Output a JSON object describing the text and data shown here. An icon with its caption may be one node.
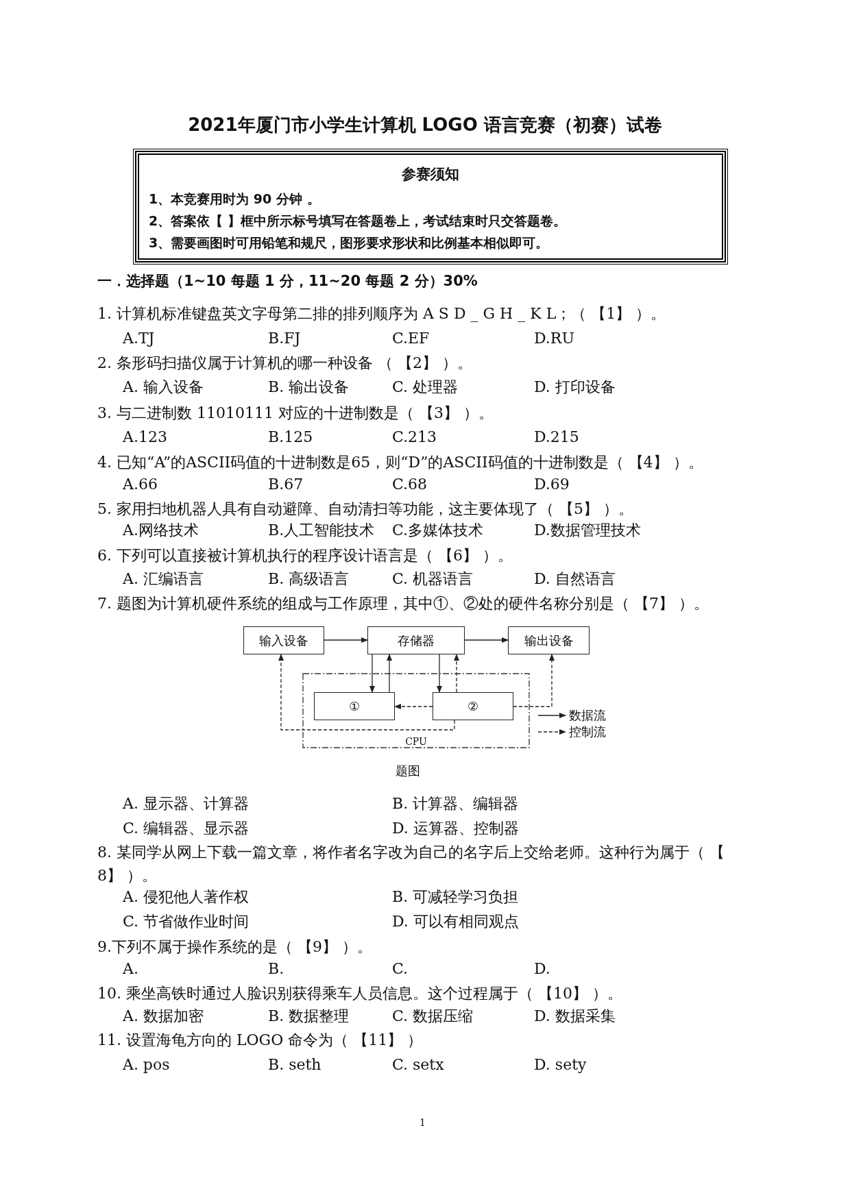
{
  "diagram": {
    "title": "2021年厦门市小学生计算机 LOGO 语言竞赛（初赛）试卷",
    "caption": "题图",
    "nodes": [
      {
        "text": [
          "参赛须知",
          "1、本竞赛用时为 90 分钟 。",
          "2、答案依【 】框中所示标号填写在答题卷上，考试结束时只交答题卷。",
          "3、需要画图时可用铅笔和规尺，图形要求形状和比例基本相似即可。"
        ]
      },
      {
        "text": [
          "输入设备"
        ]
      },
      {
        "text": [
          "存储器"
        ]
      },
      {
        "text": [
          "输出设备"
        ]
      },
      {
        "text": [
          "CPU"
        ]
      },
      {
        "text": [
          "①"
        ],
        "in": 4
      },
      {
        "text": [
          "②"
        ],
        "in": 4
      }
    ],
    "edges": [
      {
        "from": 1,
        "to": 2,
        "arrow": "to"
      },
      {
        "from": 2,
        "to": 3,
        "arrow": "to"
      },
      {
        "from": 2,
        "to": 5,
        "arrow": "to"
      },
      {
        "from": 5,
        "to": 2,
        "arrow": "to"
      },
      {
        "from": 2,
        "to": 6,
        "arrow": "to"
      },
      {
        "from": 6,
        "to": 2,
        "arrow": "to",
        "style": "dashed"
      },
      {
        "from": 6,
        "to": 5,
        "arrow": "to",
        "style": "dashed"
      },
      {
        "from": 6,
        "to": 3,
        "arrow": "to",
        "style": "dashed"
      },
      {
        "from": 6,
        "to": 1,
        "arrow": "to",
        "style": "dashed"
      }
    ],
    "labels": [
      "一．选择题（1~10 每题 1 分，11~20 每题 2 分）30%",
      "1. 计算机标准键盘英文字母第二排的排列顺序为 A S D _ G H _ K L；（ 【1】 ）。",
      "A.TJ",
      "B.FJ",
      "C.EF",
      "D.RU",
      "2. 条形码扫描仪属于计算机的哪一种设备 （ 【2】 ）。",
      "A. 输入设备",
      "B. 输出设备",
      "C. 处理器",
      "D. 打印设备",
      "3. 与二进制数 11010111 对应的十进制数是（ 【3】 ）。",
      "A.123",
      "B.125",
      "C.213",
      "D.215",
      "4. 已知“A”的ASCII码值的十进制数是65，则“D”的ASCII码值的十进制数是（ 【4】 ）。",
      "A.66",
      "B.67",
      "C.68",
      "D.69",
      "5. 家用扫地机器人具有自动避障、自动清扫等功能，这主要体现了（ 【5】 ）。",
      "A.网络技术",
      "B.人工智能技术",
      "C.多媒体技术",
      "D.数据管理技术",
      "6. 下列可以直接被计算机执行的程序设计语言是（ 【6】 ）。",
      "A. 汇编语言",
      "B. 高级语言",
      "C. 机器语言",
      "D. 自然语言",
      "7. 题图为计算机硬件系统的组成与工作原理，其中①、②处的硬件名称分别是（ 【7】 ）。",
      "A. 显示器、计算器",
      "B. 计算器、编辑器",
      "C. 编辑器、显示器",
      "D. 运算器、控制器",
      "8. 某同学从网上下载一篇文章，将作者名字改为自己的名字后上交给老师。这种行为属于（ 【8】 ）。",
      "A. 侵犯他人著作权",
      "B. 可减轻学习负担",
      "C. 节省做作业时间",
      "D. 可以有相同观点",
      "9.下列不属于操作系统的是（ 【9】 ）。",
      "A.",
      "B.",
      "C.",
      "D.",
      "10. 乘坐高铁时通过人脸识别获得乘车人员信息。这个过程属于（ 【10】 ）。",
      "A. 数据加密",
      "B. 数据整理",
      "C. 数据压缩",
      "D. 数据采集",
      "11. 设置海龟方向的 LOGO 命令为（ 【11】 ）",
      "A. pos",
      "B. seth",
      "C. setx",
      "D. sety",
      "1"
    ],
    "legend": [
      {
        "text": "数据流"
      },
      {
        "text": "控制流"
      }
    ]
  }
}
